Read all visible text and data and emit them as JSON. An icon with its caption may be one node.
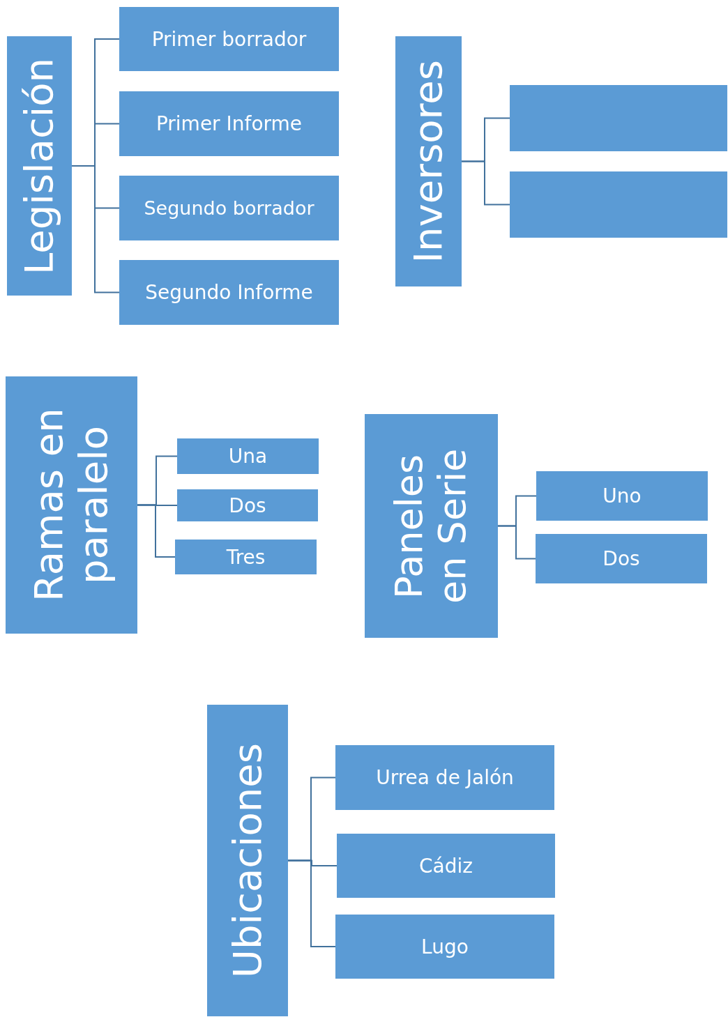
{
  "diagram": {
    "nodes": [
      {
        "text": [
          "Legislación"
        ]
      },
      {
        "text": [
          "Primer borrador"
        ]
      },
      {
        "text": [
          "Primer Informe"
        ]
      },
      {
        "text": [
          "Segundo borrador"
        ]
      },
      {
        "text": [
          "Segundo Informe"
        ]
      },
      {
        "text": [
          "Inversores"
        ]
      },
      {
        "text": [],
        "shape": "box"
      },
      {
        "text": [],
        "shape": "box"
      },
      {
        "text": [
          "Ramas en paralelo"
        ]
      },
      {
        "text": [
          "Una"
        ]
      },
      {
        "text": [
          "Dos"
        ]
      },
      {
        "text": [
          "Tres"
        ]
      },
      {
        "text": [
          "Paneles en Serie"
        ]
      },
      {
        "text": [
          "Uno"
        ]
      },
      {
        "text": [
          "Dos"
        ]
      },
      {
        "text": [
          "Ubicaciones"
        ]
      },
      {
        "text": [
          "Urrea de Jalón"
        ]
      },
      {
        "text": [
          "Cádiz"
        ]
      },
      {
        "text": [
          "Lugo"
        ]
      }
    ],
    "edges": [
      {
        "from": 0,
        "to": 1,
        "arrow": "none"
      },
      {
        "from": 0,
        "to": 2,
        "arrow": "none"
      },
      {
        "from": 0,
        "to": 3,
        "arrow": "none"
      },
      {
        "from": 0,
        "to": 4,
        "arrow": "none"
      },
      {
        "from": 5,
        "to": 6,
        "arrow": "none"
      },
      {
        "from": 5,
        "to": 7,
        "arrow": "none"
      },
      {
        "from": 8,
        "to": 9,
        "arrow": "none"
      },
      {
        "from": 8,
        "to": 10,
        "arrow": "none"
      },
      {
        "from": 8,
        "to": 11,
        "arrow": "none"
      },
      {
        "from": 12,
        "to": 13,
        "arrow": "none"
      },
      {
        "from": 12,
        "to": 14,
        "arrow": "none"
      },
      {
        "from": 15,
        "to": 16,
        "arrow": "none"
      },
      {
        "from": 15,
        "to": 17,
        "arrow": "none"
      },
      {
        "from": 15,
        "to": 18,
        "arrow": "none"
      }
    ]
  }
}
